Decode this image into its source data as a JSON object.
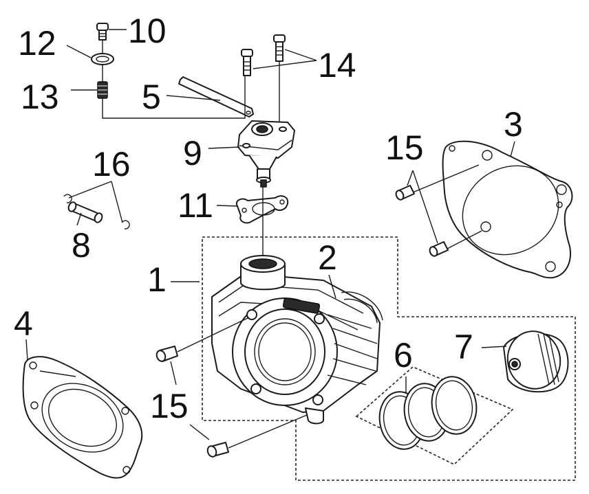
{
  "callouts": {
    "c1": "1",
    "c2": "2",
    "c3": "3",
    "c4": "4",
    "c5": "5",
    "c6": "6",
    "c7": "7",
    "c8": "8",
    "c9": "9",
    "c10": "10",
    "c11": "11",
    "c12": "12",
    "c13": "13",
    "c14": "14",
    "c15a": "15",
    "c15b": "15",
    "c16": "16"
  },
  "colors": {
    "line": "#1a1a1a",
    "background": "#ffffff"
  }
}
